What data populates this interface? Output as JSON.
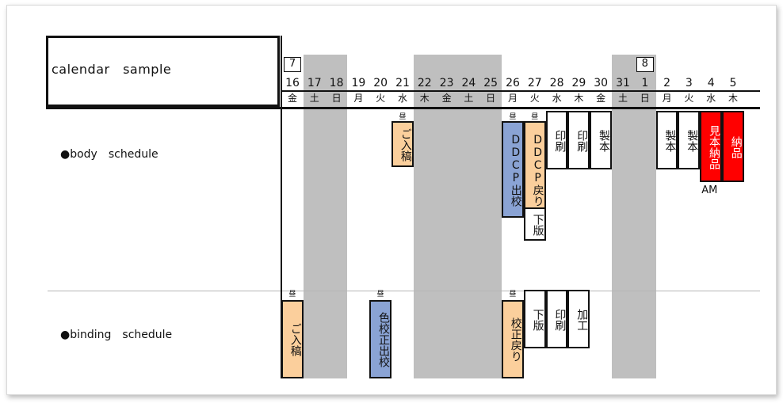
{
  "title": "calendar　sample",
  "months": [
    {
      "label": "7",
      "col": 0
    },
    {
      "label": "8",
      "col": 16
    }
  ],
  "days": [
    {
      "num": "16",
      "dow": "金"
    },
    {
      "num": "17",
      "dow": "土"
    },
    {
      "num": "18",
      "dow": "日"
    },
    {
      "num": "19",
      "dow": "月"
    },
    {
      "num": "20",
      "dow": "火"
    },
    {
      "num": "21",
      "dow": "水"
    },
    {
      "num": "22",
      "dow": "木"
    },
    {
      "num": "23",
      "dow": "金"
    },
    {
      "num": "24",
      "dow": "土"
    },
    {
      "num": "25",
      "dow": "日"
    },
    {
      "num": "26",
      "dow": "月"
    },
    {
      "num": "27",
      "dow": "火"
    },
    {
      "num": "28",
      "dow": "水"
    },
    {
      "num": "29",
      "dow": "木"
    },
    {
      "num": "30",
      "dow": "金"
    },
    {
      "num": "31",
      "dow": "土"
    },
    {
      "num": "1",
      "dow": "日"
    },
    {
      "num": "2",
      "dow": "月"
    },
    {
      "num": "3",
      "dow": "火"
    },
    {
      "num": "4",
      "dow": "水"
    },
    {
      "num": "5",
      "dow": "木"
    }
  ],
  "shaded_columns": [
    [
      1,
      2
    ],
    [
      6,
      9
    ],
    [
      15,
      16
    ]
  ],
  "rows": [
    {
      "label": "●body　schedule",
      "tasks": [
        {
          "text": "ご入稿",
          "col": 5,
          "span": 1,
          "color": "orange",
          "mark": "昼",
          "rows": 3
        },
        {
          "text": "DDCP出校",
          "col": 10,
          "span": 1,
          "color": "blue",
          "mark": "昼",
          "rows": 7
        },
        {
          "text": "DDCP戻り",
          "col": 11,
          "span": 1,
          "color": "orange",
          "mark": "昼",
          "rows": 7
        },
        {
          "text": "下版",
          "col": 11,
          "span": 1,
          "color": "plain",
          "mark": "",
          "rows": 2,
          "offset": 7
        },
        {
          "text": "印刷",
          "col": 12,
          "span": 1,
          "color": "plain",
          "mark": "",
          "rows": 4
        },
        {
          "text": "印刷",
          "col": 13,
          "span": 1,
          "color": "plain",
          "mark": "",
          "rows": 4
        },
        {
          "text": "製本",
          "col": 14,
          "span": 1,
          "color": "plain",
          "mark": "",
          "rows": 4
        },
        {
          "text": "製本",
          "col": 17,
          "span": 1,
          "color": "plain",
          "mark": "",
          "rows": 4
        },
        {
          "text": "製本",
          "col": 18,
          "span": 1,
          "color": "plain",
          "mark": "",
          "rows": 4
        },
        {
          "text": "見本納品",
          "col": 19,
          "span": 1,
          "color": "red",
          "mark": "",
          "rows": 5
        },
        {
          "text": "納品",
          "col": 20,
          "span": 1,
          "color": "red",
          "mark": "",
          "rows": 5
        }
      ],
      "note": {
        "text": "AM",
        "col": 19
      }
    },
    {
      "label": "●binding　schedule",
      "tasks": [
        {
          "text": "ご入稿",
          "col": 0,
          "span": 1,
          "color": "orange",
          "mark": "昼",
          "rows": 6
        },
        {
          "text": "色校正出校",
          "col": 4,
          "span": 1,
          "color": "blue",
          "mark": "昼",
          "rows": 6
        },
        {
          "text": "校正戻り",
          "col": 10,
          "span": 1,
          "color": "orange",
          "mark": "昼",
          "rows": 6
        },
        {
          "text": "下版",
          "col": 11,
          "span": 1,
          "color": "plain",
          "mark": "",
          "rows": 4
        },
        {
          "text": "印刷",
          "col": 12,
          "span": 1,
          "color": "plain",
          "mark": "",
          "rows": 4
        },
        {
          "text": "加工",
          "col": 13,
          "span": 1,
          "color": "plain",
          "mark": "",
          "rows": 4
        }
      ]
    }
  ],
  "colors": {
    "orange": "#fbcf9c",
    "blue": "#8aa3d4",
    "red": "#ff0000",
    "shade": "#bfbfbf"
  }
}
